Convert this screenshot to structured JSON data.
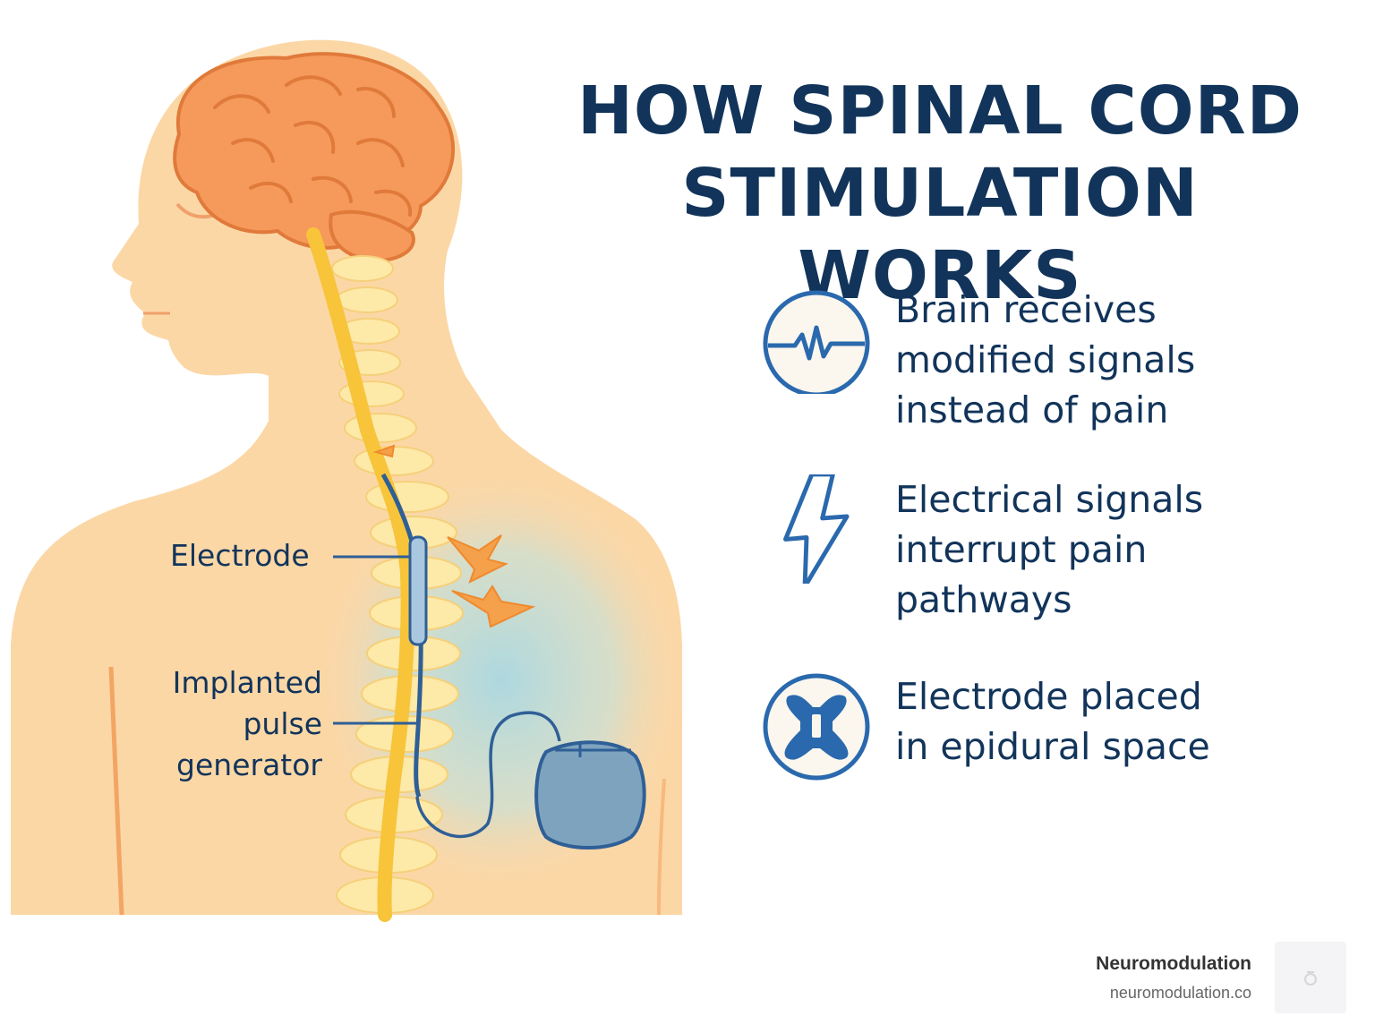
{
  "title": {
    "line1": "HOW SPINAL CORD",
    "line2": "STIMULATION WORKS"
  },
  "steps": [
    {
      "icon": "heartbeat-signal-icon",
      "lines": [
        "Brain receives",
        "modified signals",
        "instead of pain"
      ]
    },
    {
      "icon": "lightning-bolt-icon",
      "lines": [
        "Electrical signals",
        "interrupt pain",
        "pathways"
      ]
    },
    {
      "icon": "vertebra-cross-section-icon",
      "lines": [
        "Electrode placed",
        "in epidural space"
      ]
    }
  ],
  "labels": {
    "electrode": "Electrode",
    "generator": [
      "Implanted",
      "pulse",
      "generator"
    ]
  },
  "brand": {
    "name": "Neuromodulation",
    "url": "neuromodulation.co"
  },
  "colors": {
    "title": "#12345a",
    "icon": "#2a69ad",
    "skin": "#fcd7a6",
    "brain": "#f59a5a",
    "spinal_cord": "#f7c43a",
    "device": "#7ea3bf"
  }
}
